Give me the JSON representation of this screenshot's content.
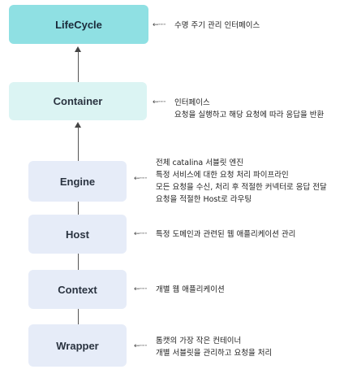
{
  "diagram": {
    "nodes": [
      {
        "id": "lifecycle",
        "label": "LifeCycle"
      },
      {
        "id": "container",
        "label": "Container"
      },
      {
        "id": "engine",
        "label": "Engine"
      },
      {
        "id": "host",
        "label": "Host"
      },
      {
        "id": "context",
        "label": "Context"
      },
      {
        "id": "wrapper",
        "label": "Wrapper"
      }
    ],
    "edges": [
      {
        "from": "container",
        "to": "lifecycle"
      },
      {
        "from": "engine",
        "to": "container"
      },
      {
        "from": "host",
        "to": "engine"
      },
      {
        "from": "context",
        "to": "host"
      },
      {
        "from": "wrapper",
        "to": "context"
      }
    ],
    "notes": {
      "lifecycle": [
        "수명 주기 관리 인터페이스"
      ],
      "container": [
        "인터페이스",
        "요청을 실행하고 해당 요청에 따라 응답을 반환"
      ],
      "engine": [
        "전체 catalina 서블릿 엔진",
        "특정 서비스에 대한 요청 처리 파이프라인",
        "모든 요청을 수신, 처리 후 적절한 커넥터로 응답 전달",
        "요청을 적절한 Host로 라우팅"
      ],
      "host": [
        "특정 도메인과 관련된 웹 애플리케이션 관리"
      ],
      "context": [
        "개별 웹 애플리케이션"
      ],
      "wrapper": [
        "톰캣의 가장 작은 컨테이너",
        "개별 서블릿을 관리하고 요청을 처리"
      ]
    }
  }
}
